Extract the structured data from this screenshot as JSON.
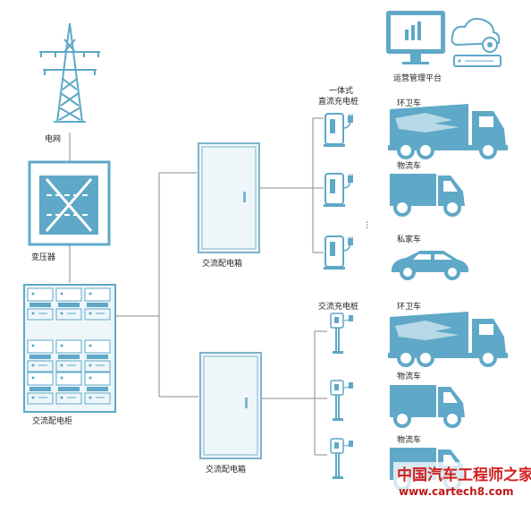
{
  "labels": {
    "grid": "电网",
    "transformer": "变压器",
    "ac_cabinet": "交流配电柜",
    "ac_box_top": "交流配电箱",
    "ac_box_bottom": "交流配电箱",
    "platform": "运营管理平台",
    "dc_pile_line1": "一体式",
    "dc_pile_line2": "直流充电桩",
    "ac_pile": "交流充电桩",
    "vehicles_top": [
      "环卫车",
      "物流车",
      "私家车"
    ],
    "vehicles_bottom": [
      "环卫车",
      "物流车",
      "物流车"
    ],
    "dots": "⋮"
  },
  "watermark": {
    "cn": "中国汽车工程师之家",
    "url": "www.cartech8.com"
  },
  "colors": {
    "accent": "#5fa8c8",
    "line": "#888888",
    "cabinet_fill": "#eef6fa",
    "watermark": "#d21f1f"
  }
}
